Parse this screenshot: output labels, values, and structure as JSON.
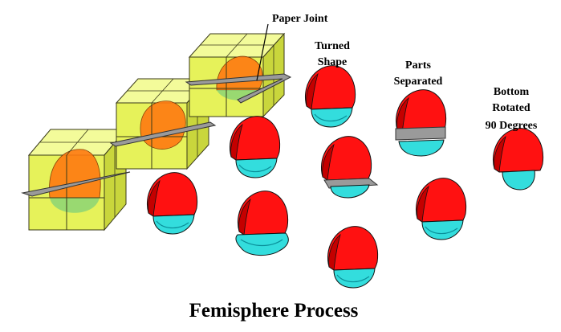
{
  "labels": {
    "paper_joint": "Paper Joint",
    "turned_shape": [
      "Turned",
      "Shape"
    ],
    "parts_separated": [
      "Parts",
      "Separated"
    ],
    "bottom_rotated": [
      "Bottom",
      "Rotated",
      "90 Degrees"
    ]
  },
  "title": "Femisphere Process",
  "colors": {
    "block_front": "#e6f25a",
    "block_top": "#f3fb9a",
    "block_side": "#c9d63c",
    "block_edge": "#3a3a1a",
    "paper": "#9a9a9a",
    "paper_edge": "#333333",
    "top_part": "#ff1111",
    "top_part_dark": "#b00000",
    "bottom_part": "#33dddd",
    "bottom_part_dark": "#0a8f99",
    "inner_orange": "#ff7a10"
  }
}
